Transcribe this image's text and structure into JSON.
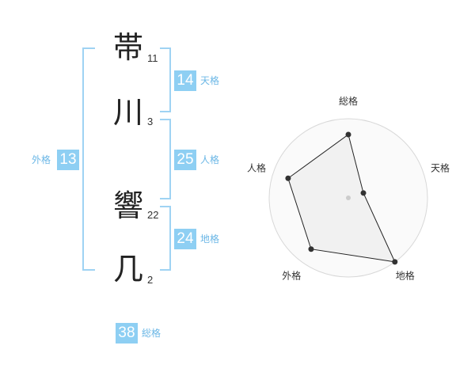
{
  "name_chars": [
    {
      "char": "帯",
      "strokes": "11"
    },
    {
      "char": "川",
      "strokes": "3"
    },
    {
      "char": "響",
      "strokes": "22"
    },
    {
      "char": "几",
      "strokes": "2"
    }
  ],
  "kakusu": {
    "tenkaku": {
      "value": "14",
      "label": "天格"
    },
    "jinkaku": {
      "value": "25",
      "label": "人格"
    },
    "chikaku": {
      "value": "24",
      "label": "地格"
    },
    "gaikaku": {
      "value": "13",
      "label": "外格"
    },
    "soukaku": {
      "value": "38",
      "label": "総格"
    }
  },
  "chart_data": {
    "type": "radar",
    "axes": [
      "総格",
      "天格",
      "地格",
      "外格",
      "人格"
    ],
    "values": [
      4,
      1,
      5,
      4,
      4
    ],
    "rmax": 5,
    "rings": 5,
    "colors": {
      "fill": "#efefef",
      "line": "#222222",
      "grid": "#d8d8d8",
      "accent": "#8ecff3"
    }
  }
}
